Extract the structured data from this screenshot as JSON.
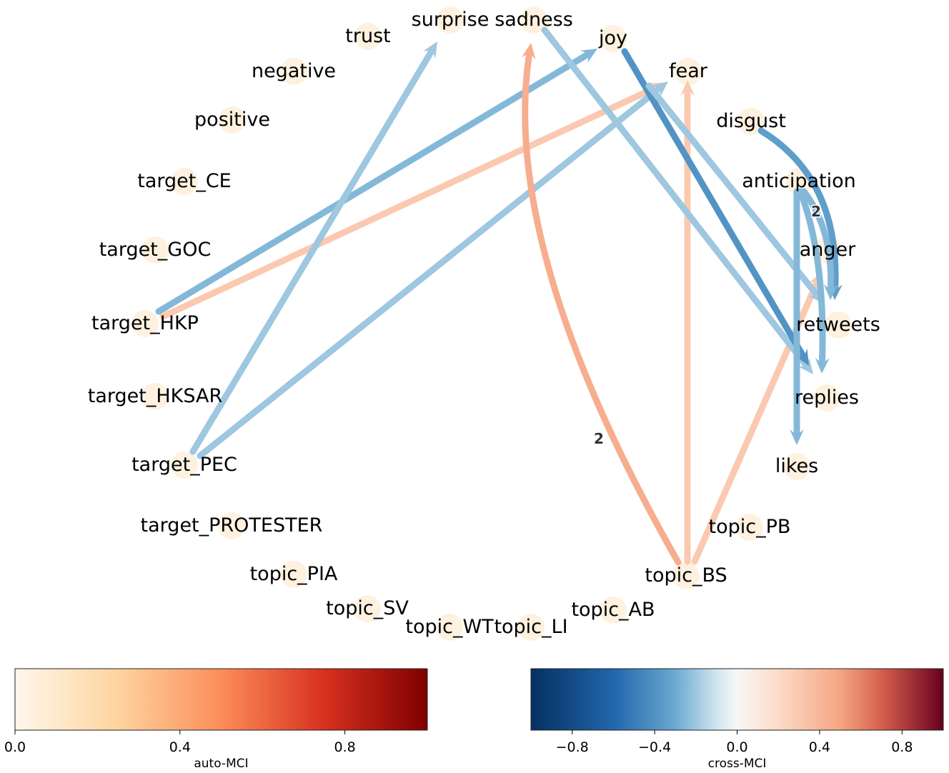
{
  "graph": {
    "nodes": [
      {
        "id": "trust",
        "label": "trust"
      },
      {
        "id": "surprise",
        "label": "surprise"
      },
      {
        "id": "sadness",
        "label": "sadness"
      },
      {
        "id": "joy",
        "label": "joy"
      },
      {
        "id": "negative",
        "label": "negative"
      },
      {
        "id": "fear",
        "label": "fear"
      },
      {
        "id": "positive",
        "label": "positive"
      },
      {
        "id": "disgust",
        "label": "disgust"
      },
      {
        "id": "target_CE",
        "label": "target_CE"
      },
      {
        "id": "anticipation",
        "label": "anticipation"
      },
      {
        "id": "target_GOC",
        "label": "target_GOC"
      },
      {
        "id": "anger",
        "label": "anger"
      },
      {
        "id": "target_HKP",
        "label": "target_HKP"
      },
      {
        "id": "retweets",
        "label": "retweets"
      },
      {
        "id": "target_HKSAR",
        "label": "target_HKSAR"
      },
      {
        "id": "replies",
        "label": "replies"
      },
      {
        "id": "target_PEC",
        "label": "target_PEC"
      },
      {
        "id": "likes",
        "label": "likes"
      },
      {
        "id": "target_PROTESTER",
        "label": "target_PROTESTER"
      },
      {
        "id": "topic_PB",
        "label": "topic_PB"
      },
      {
        "id": "topic_PIA",
        "label": "topic_PIA"
      },
      {
        "id": "topic_BS",
        "label": "topic_BS"
      },
      {
        "id": "topic_SV",
        "label": "topic_SV"
      },
      {
        "id": "topic_AB",
        "label": "topic_AB"
      },
      {
        "id": "topic_WT",
        "label": "topic_WT"
      },
      {
        "id": "topic_LI",
        "label": "topic_LI"
      }
    ],
    "edges": [
      {
        "from": "target_HKP",
        "to": "joy",
        "mci": -0.25
      },
      {
        "from": "target_HKP",
        "to": "fear",
        "mci": 0.3
      },
      {
        "from": "target_PEC",
        "to": "surprise",
        "mci": -0.2
      },
      {
        "from": "target_PEC",
        "to": "fear",
        "mci": -0.2
      },
      {
        "from": "topic_BS",
        "label": "2",
        "to": "sadness",
        "mci": 0.45
      },
      {
        "from": "topic_BS",
        "to": "fear",
        "mci": 0.3
      },
      {
        "from": "topic_BS",
        "to": "anger",
        "mci": 0.3
      },
      {
        "from": "sadness",
        "to": "replies",
        "mci": -0.2
      },
      {
        "from": "joy",
        "to": "replies",
        "mci": -0.4
      },
      {
        "from": "fear",
        "to": "retweets",
        "mci": -0.2
      },
      {
        "from": "disgust",
        "to": "retweets",
        "mci": -0.35
      },
      {
        "from": "anticipation",
        "to": "likes",
        "mci": -0.25
      },
      {
        "from": "anticipation",
        "to": "replies",
        "mci": -0.25
      },
      {
        "from": "anticipation",
        "label": "2",
        "to": "retweets",
        "mci": -0.25
      }
    ]
  },
  "colorbars": {
    "auto": {
      "label": "auto-MCI",
      "range": [
        0.0,
        1.0
      ],
      "ticks": [
        "0.0",
        "0.4",
        "0.8"
      ],
      "tick_values": [
        0.0,
        0.4,
        0.8
      ]
    },
    "cross": {
      "label": "cross-MCI",
      "range": [
        -1.0,
        1.0
      ],
      "ticks": [
        "−0.8",
        "−0.4",
        "0.0",
        "0.4",
        "0.8"
      ],
      "tick_values": [
        -0.8,
        -0.4,
        0.0,
        0.4,
        0.8
      ]
    }
  }
}
